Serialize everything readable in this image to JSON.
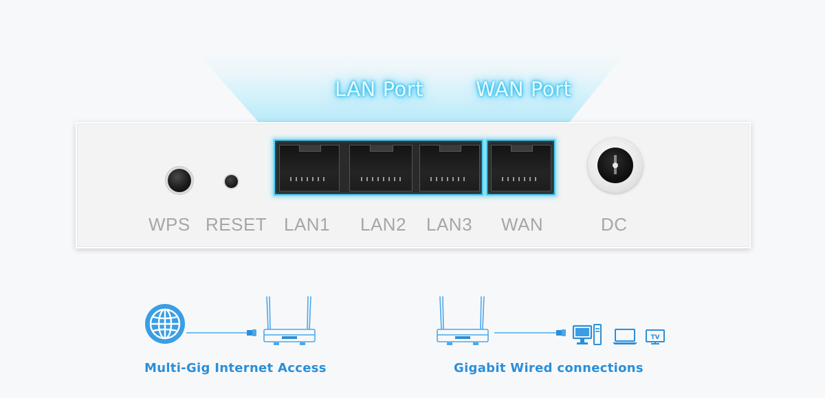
{
  "headings": {
    "lan_port": "LAN Port",
    "wan_port": "WAN Port"
  },
  "panel": {
    "labels": {
      "wps": "WPS",
      "reset": "RESET",
      "lan1": "LAN1",
      "lan2": "LAN2",
      "lan3": "LAN3",
      "wan": "WAN",
      "dc": "DC"
    }
  },
  "captions": {
    "internet": "Multi-Gig Internet Access",
    "wired": "Gigabit Wired connections"
  },
  "icons": {
    "tv_label": "TV"
  },
  "colors": {
    "glow": "#4fd0f5",
    "accent_blue": "#2a8fd8",
    "label_gray": "#a6a6a6"
  }
}
